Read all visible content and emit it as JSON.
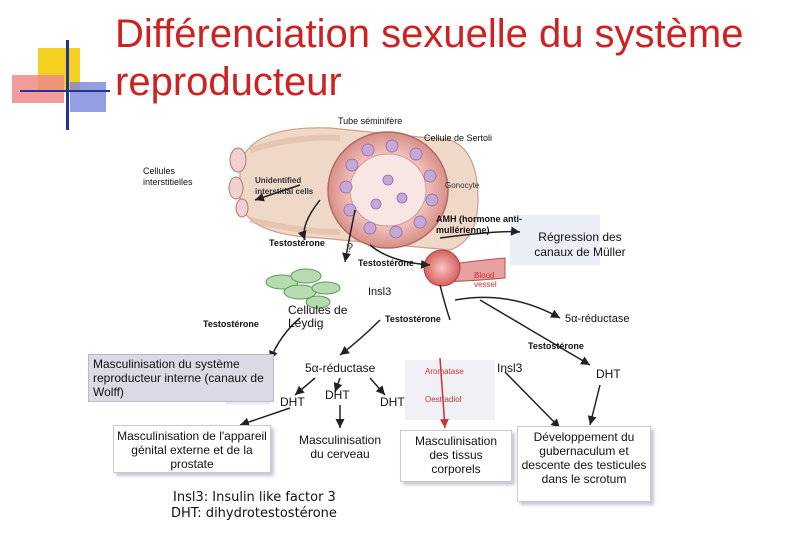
{
  "title": "Différenciation sexuelle du système reproducteur",
  "labels": {
    "tube": "Tube séminifère",
    "sertoli": "Cellule de Sertoli",
    "interstitial": "Cellules interstitielles",
    "unidentified": "Unidentified interstitial cells",
    "gonocyte": "Gonocyte",
    "amh": "AMH (hormone anti-mullérienne)",
    "regression": "Régression des canaux de Müller",
    "testo1": "Testostérone",
    "testo2": "Testostérone",
    "blood_vessel": "Blood vessel",
    "insl3_top": "Insl3",
    "leydig": "Cellules de Leydig",
    "testo3": "Testostérone",
    "testo4": "Testostérone",
    "five_alpha_right": "5α-réductase",
    "testo5": "Testostérone",
    "wolff": "Masculinisation du système reproducteur interne (canaux de Wolff)",
    "five_alpha_mid": "5α-réductase",
    "insl3_mid": "Insl3",
    "dht_right": "DHT",
    "dht_a": "DHT",
    "dht_b": "DHT",
    "dht_c": "DHT",
    "aromatase": "Aromatase",
    "oestradiol": "Oestradiol",
    "genital": "Masculinisation de l'appareil génital externe et de la prostate",
    "brain": "Masculinisation du cerveau",
    "tissues": "Masculinisation des tissus corporels",
    "gubernaculum": "Développement du gubernaculum et descente des testicules dans le scrotum",
    "legend1": "Insl3: Insulin like factor 3",
    "legend2": "DHT: dihydrotestostérone",
    "question": "?"
  },
  "colors": {
    "title": "#cc2222",
    "accent_yellow": "#f5d020",
    "accent_red": "#e85050",
    "accent_blue": "#3344cc",
    "gray_box": "#d9dae6",
    "arrow": "#222222",
    "red_text": "#cc3333"
  }
}
